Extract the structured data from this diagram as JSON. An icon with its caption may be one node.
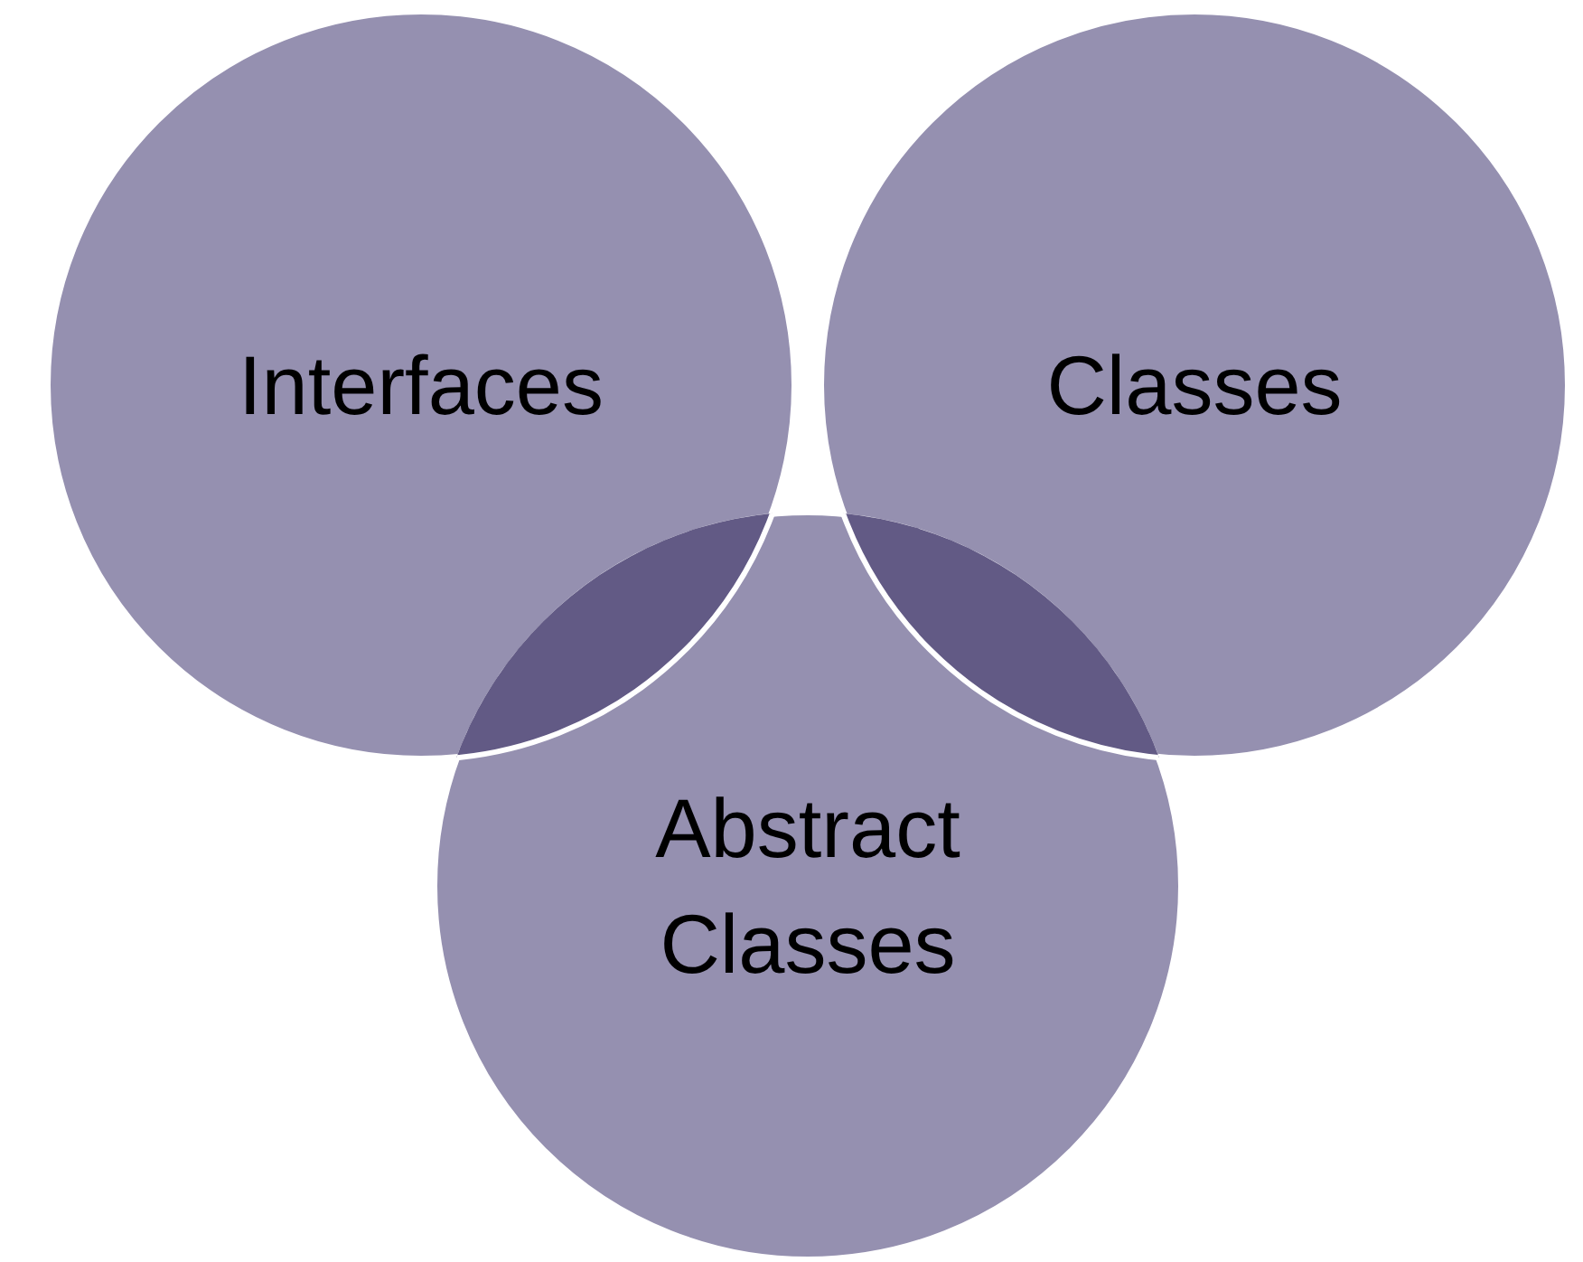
{
  "diagram": {
    "nodes": [
      {
        "text": [
          "Interfaces"
        ]
      },
      {
        "text": [
          "Classes"
        ]
      },
      {
        "text": [
          "Abstract Classes"
        ]
      }
    ]
  }
}
